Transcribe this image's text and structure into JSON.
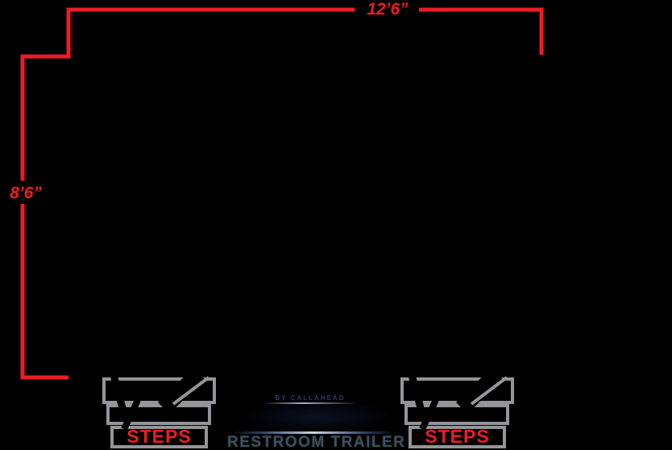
{
  "dimensions": {
    "width": "12’6”",
    "height": "8’6”"
  },
  "steps": {
    "left": "STEPS",
    "right": "STEPS"
  },
  "branding": {
    "byline": "BY CALLAHEAD",
    "title": "RESTROOM TRAILER"
  },
  "colors": {
    "background": "#000000",
    "dimension_red": "#ED1C24",
    "steps_outline_gray": "#939598",
    "steps_text_red": "#ED1C24",
    "byline_navy": "#2A3B63",
    "title_slate": "#414E5B"
  }
}
